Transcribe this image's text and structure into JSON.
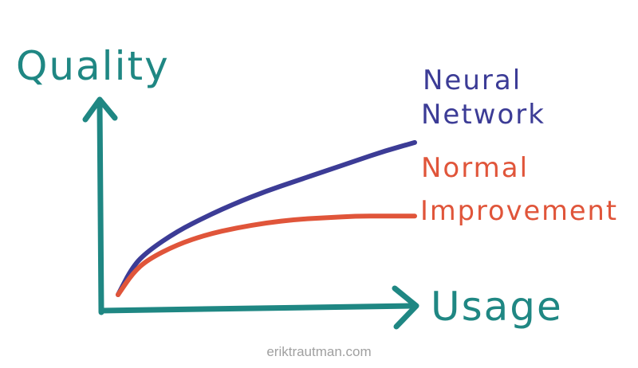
{
  "chart_data": {
    "type": "line",
    "title": "",
    "ylabel": "Quality",
    "xlabel": "Usage",
    "axis_ticks": false,
    "grid": false,
    "legend": "inline labels at line ends",
    "series": [
      {
        "name": "Neural Network",
        "color": "#3c3c96",
        "x": [
          0.0,
          0.05,
          0.1,
          0.2,
          0.3,
          0.4,
          0.5,
          0.6,
          0.7,
          0.8,
          0.9,
          1.0
        ],
        "y": [
          0.0,
          0.17,
          0.26,
          0.38,
          0.47,
          0.55,
          0.62,
          0.68,
          0.74,
          0.8,
          0.86,
          0.91
        ]
      },
      {
        "name": "Normal Improvement",
        "color": "#e0553a",
        "x": [
          0.0,
          0.05,
          0.1,
          0.2,
          0.3,
          0.4,
          0.5,
          0.6,
          0.7,
          0.8,
          0.9,
          1.0
        ],
        "y": [
          0.0,
          0.13,
          0.21,
          0.3,
          0.36,
          0.4,
          0.43,
          0.45,
          0.46,
          0.47,
          0.47,
          0.47
        ]
      }
    ],
    "labels": {
      "series_0_line1": "Neural",
      "series_0_line2": "Network",
      "series_1_line1": "Normal",
      "series_1_line2": "Improvement"
    }
  },
  "colors": {
    "axis": "#1f8783",
    "credit": "#a0a0a0"
  },
  "footer": {
    "credit": "eriktrautman.com"
  }
}
